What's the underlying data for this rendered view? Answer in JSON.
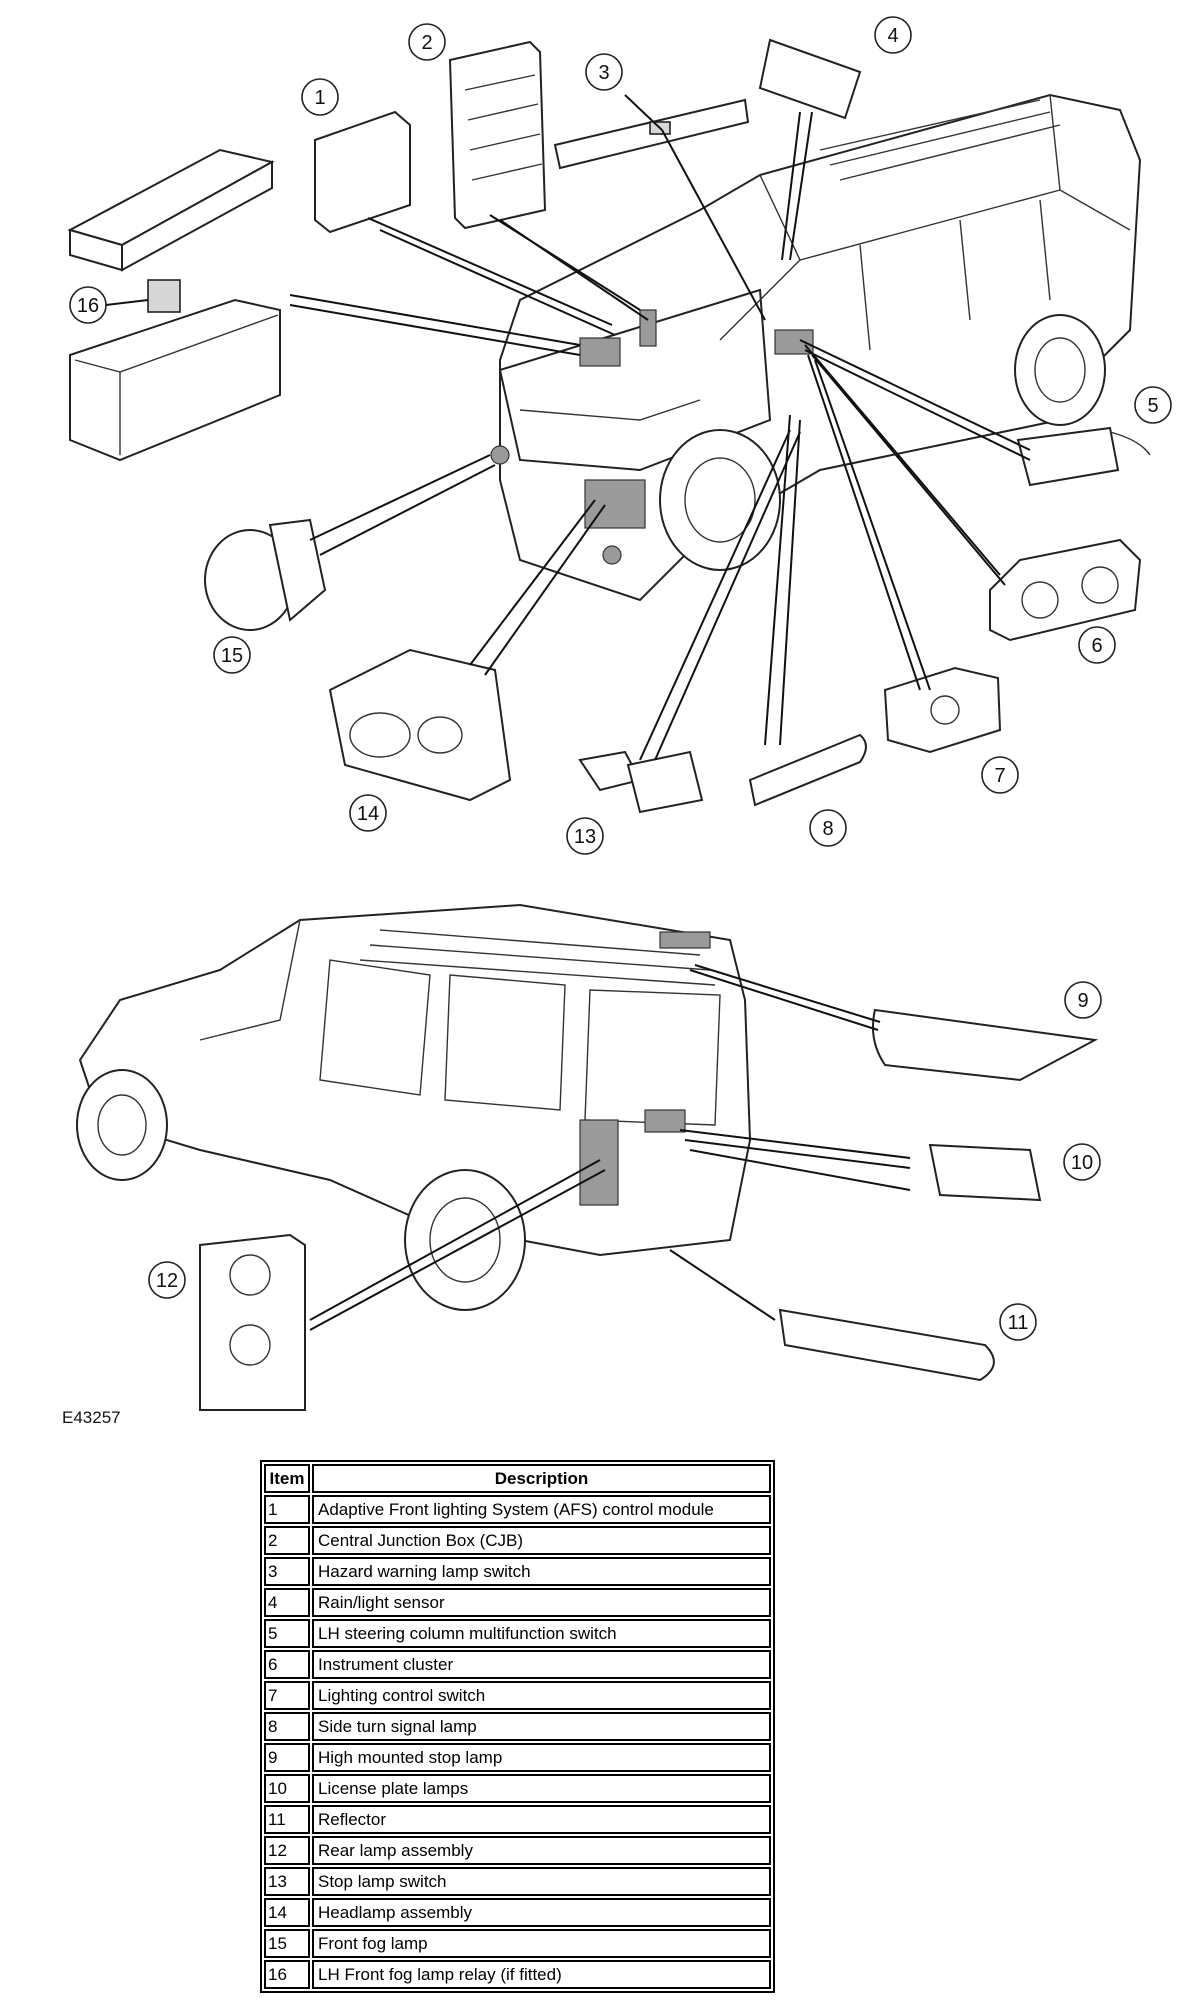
{
  "figure": {
    "id": "E43257",
    "callouts": [
      "1",
      "2",
      "3",
      "4",
      "5",
      "6",
      "7",
      "8",
      "9",
      "10",
      "11",
      "12",
      "13",
      "14",
      "15",
      "16"
    ]
  },
  "table": {
    "headers": {
      "item": "Item",
      "description": "Description"
    },
    "rows": [
      {
        "item": "1",
        "description": "Adaptive Front lighting System (AFS) control module"
      },
      {
        "item": "2",
        "description": "Central Junction Box (CJB)"
      },
      {
        "item": "3",
        "description": "Hazard warning lamp switch"
      },
      {
        "item": "4",
        "description": "Rain/light sensor"
      },
      {
        "item": "5",
        "description": "LH steering column multifunction switch"
      },
      {
        "item": "6",
        "description": "Instrument cluster"
      },
      {
        "item": "7",
        "description": "Lighting control switch"
      },
      {
        "item": "8",
        "description": "Side turn signal lamp"
      },
      {
        "item": "9",
        "description": "High mounted stop lamp"
      },
      {
        "item": "10",
        "description": "License plate lamps"
      },
      {
        "item": "11",
        "description": "Reflector"
      },
      {
        "item": "12",
        "description": "Rear lamp assembly"
      },
      {
        "item": "13",
        "description": "Stop lamp switch"
      },
      {
        "item": "14",
        "description": "Headlamp assembly"
      },
      {
        "item": "15",
        "description": "Front fog lamp"
      },
      {
        "item": "16",
        "description": "LH Front fog lamp relay (if fitted)"
      }
    ]
  }
}
